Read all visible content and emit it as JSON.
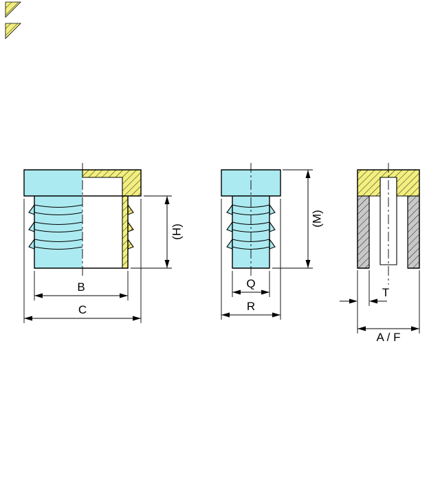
{
  "drawing": {
    "dimension_labels": {
      "height": "(H)",
      "inner_width": "B",
      "outer_width": "C",
      "total_height": "(M)",
      "stem_width": "Q",
      "head_width": "R",
      "wall_thickness": "T",
      "across_flats": "A / F"
    },
    "colors": {
      "cyan": "#ABEAF0",
      "yellow": "#F3EF7E",
      "gray": "#C8C8C8",
      "outline": "#000000",
      "background": "#FFFFFF"
    }
  }
}
